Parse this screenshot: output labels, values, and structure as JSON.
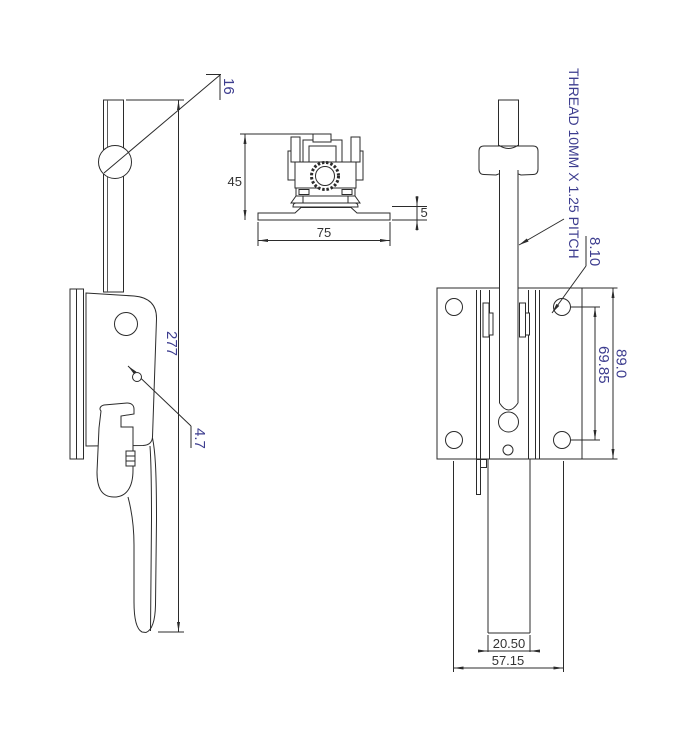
{
  "drawing": {
    "type": "engineering-cad-3-view-drawing",
    "subject": "spring latch / bolt-on door catch",
    "colors": {
      "background": "#ffffff",
      "line": "#2b2b2b",
      "dim_text": "#333333",
      "rotated_dim_text": "#3d3d8f"
    },
    "views": {
      "side": {
        "name": "side view (left)",
        "dim_knob_diameter": "16",
        "dim_overall_length": "277",
        "dim_small_hole_diameter": "4.7"
      },
      "top": {
        "name": "top view (middle)",
        "dim_height": "45",
        "dim_plate_thickness": "5",
        "dim_base_width": "75"
      },
      "front": {
        "name": "front view (right)",
        "note_thread": "THREAD 10MM X 1.25 PITCH",
        "dim_hole_diameter": "8.10",
        "dim_hole_spacing_vertical": "69.85",
        "dim_plate_height": "89.0",
        "dim_bar_width": "20.50",
        "dim_hole_spacing_horizontal": "57.15"
      }
    }
  }
}
